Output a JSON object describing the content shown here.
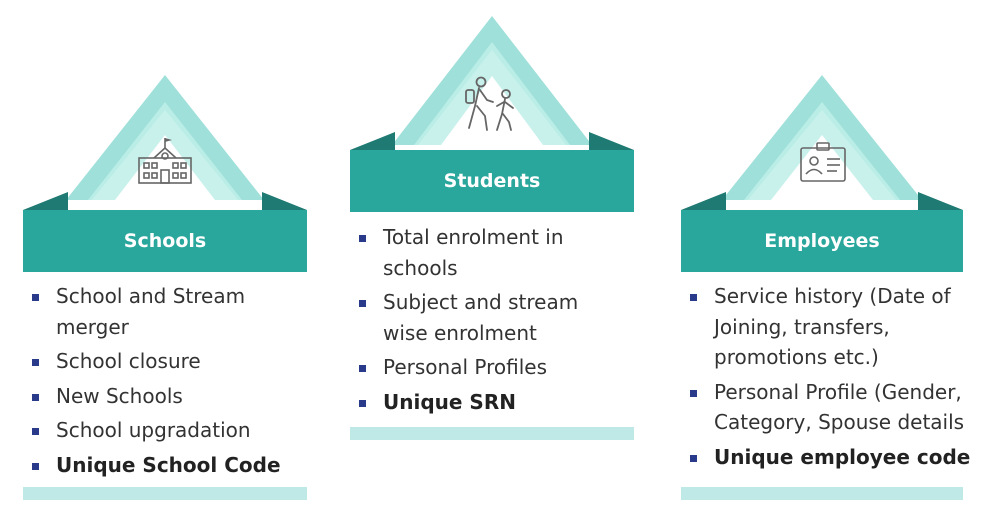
{
  "columns": [
    {
      "title": "Schools",
      "icon": "school-building-icon",
      "items": [
        {
          "text": "School and Stream merger",
          "bold": false
        },
        {
          "text": "School closure",
          "bold": false
        },
        {
          "text": "New Schools",
          "bold": false
        },
        {
          "text": "School upgradation",
          "bold": false
        },
        {
          "text": "Unique School Code",
          "bold": true
        }
      ]
    },
    {
      "title": "Students",
      "icon": "students-walking-icon",
      "items": [
        {
          "text": "Total enrolment in schools",
          "bold": false
        },
        {
          "text": "Subject and stream wise enrolment",
          "bold": false
        },
        {
          "text": "Personal Profiles",
          "bold": false
        },
        {
          "text": "Unique SRN",
          "bold": true
        }
      ]
    },
    {
      "title": "Employees",
      "icon": "id-card-icon",
      "items": [
        {
          "text": "Service history (Date of Joining, transfers, promotions etc.)",
          "bold": false
        },
        {
          "text": "Personal Profile (Gender, Category, Spouse details",
          "bold": false
        },
        {
          "text": "Unique employee code",
          "bold": true
        }
      ]
    }
  ],
  "colors": {
    "ribbon": "#2aa79c",
    "ribbon_fold": "#1e7a72",
    "roof": "#9fe0da",
    "bottom_bar": "#bfe9e6",
    "bullet": "#2a3a8a"
  }
}
